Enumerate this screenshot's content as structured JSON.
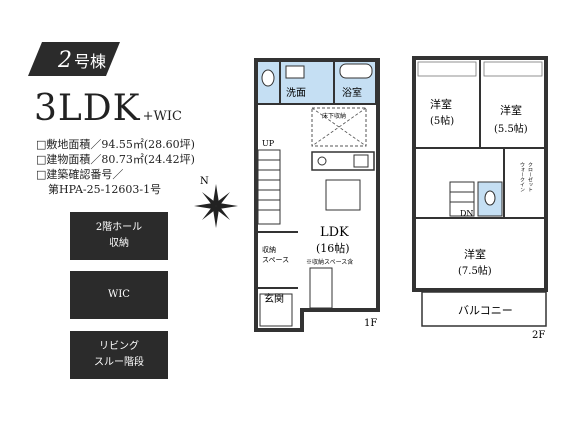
{
  "header": {
    "unit_number": "2",
    "unit_suffix": "号棟",
    "layout_type": "3LDK",
    "layout_extra": "+WIC"
  },
  "specs": {
    "land_area": "□敷地面積／94.55㎡(28.60坪)",
    "building_area": "□建物面積／80.73㎡(24.42坪)",
    "confirmation_label": "□建築確認番号／",
    "confirmation_number": "第HPA-25-12603-1号"
  },
  "features": [
    {
      "line1": "2階ホール",
      "line2": "収納"
    },
    {
      "line1": "WIC",
      "line2": ""
    },
    {
      "line1": "リビング",
      "line2": "スルー階段"
    }
  ],
  "floor1": {
    "label": "1F",
    "wash": "洗面",
    "bath": "浴室",
    "up": "UP",
    "ceiling_storage": "床下収納",
    "storage_line1": "収納",
    "storage_line2": "スペース",
    "ldk_line1": "LDK",
    "ldk_line2": "(16帖)",
    "ldk_note": "※収納スペース含",
    "entrance": "玄関"
  },
  "floor2": {
    "label": "2F",
    "room1_line1": "洋室",
    "room1_line2": "(5帖)",
    "room2_line1": "洋室",
    "room2_line2": "(5.5帖)",
    "room3_line1": "洋室",
    "room3_line2": "(7.5帖)",
    "dn": "DN",
    "closet_line1": "ウォークイン",
    "closet_line2": "クローゼット",
    "balcony": "バルコニー"
  },
  "compass": {
    "north": "N"
  },
  "colors": {
    "badge_bg": "#2b2b2b",
    "wet_area_blue": "#c5dff3",
    "wall": "#333333"
  }
}
